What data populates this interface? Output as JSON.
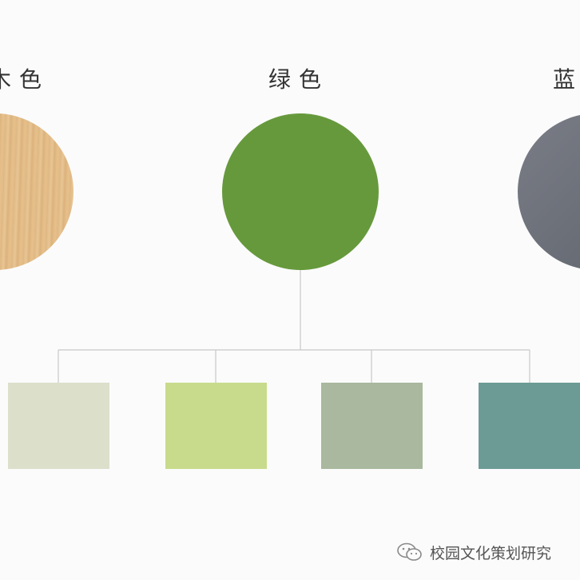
{
  "categories": [
    {
      "label": "木色",
      "color": "#e2bd8a"
    },
    {
      "label": "绿色",
      "color": "#66993c"
    },
    {
      "label": "蓝色",
      "color": "#6c7079"
    }
  ],
  "green_palette": [
    {
      "color": "#dcdfca"
    },
    {
      "color": "#c8db8c"
    },
    {
      "color": "#a9b89e"
    },
    {
      "color": "#6c9b95"
    }
  ],
  "watermark": {
    "icon": "wechat-icon",
    "text": "校园文化策划研究"
  }
}
